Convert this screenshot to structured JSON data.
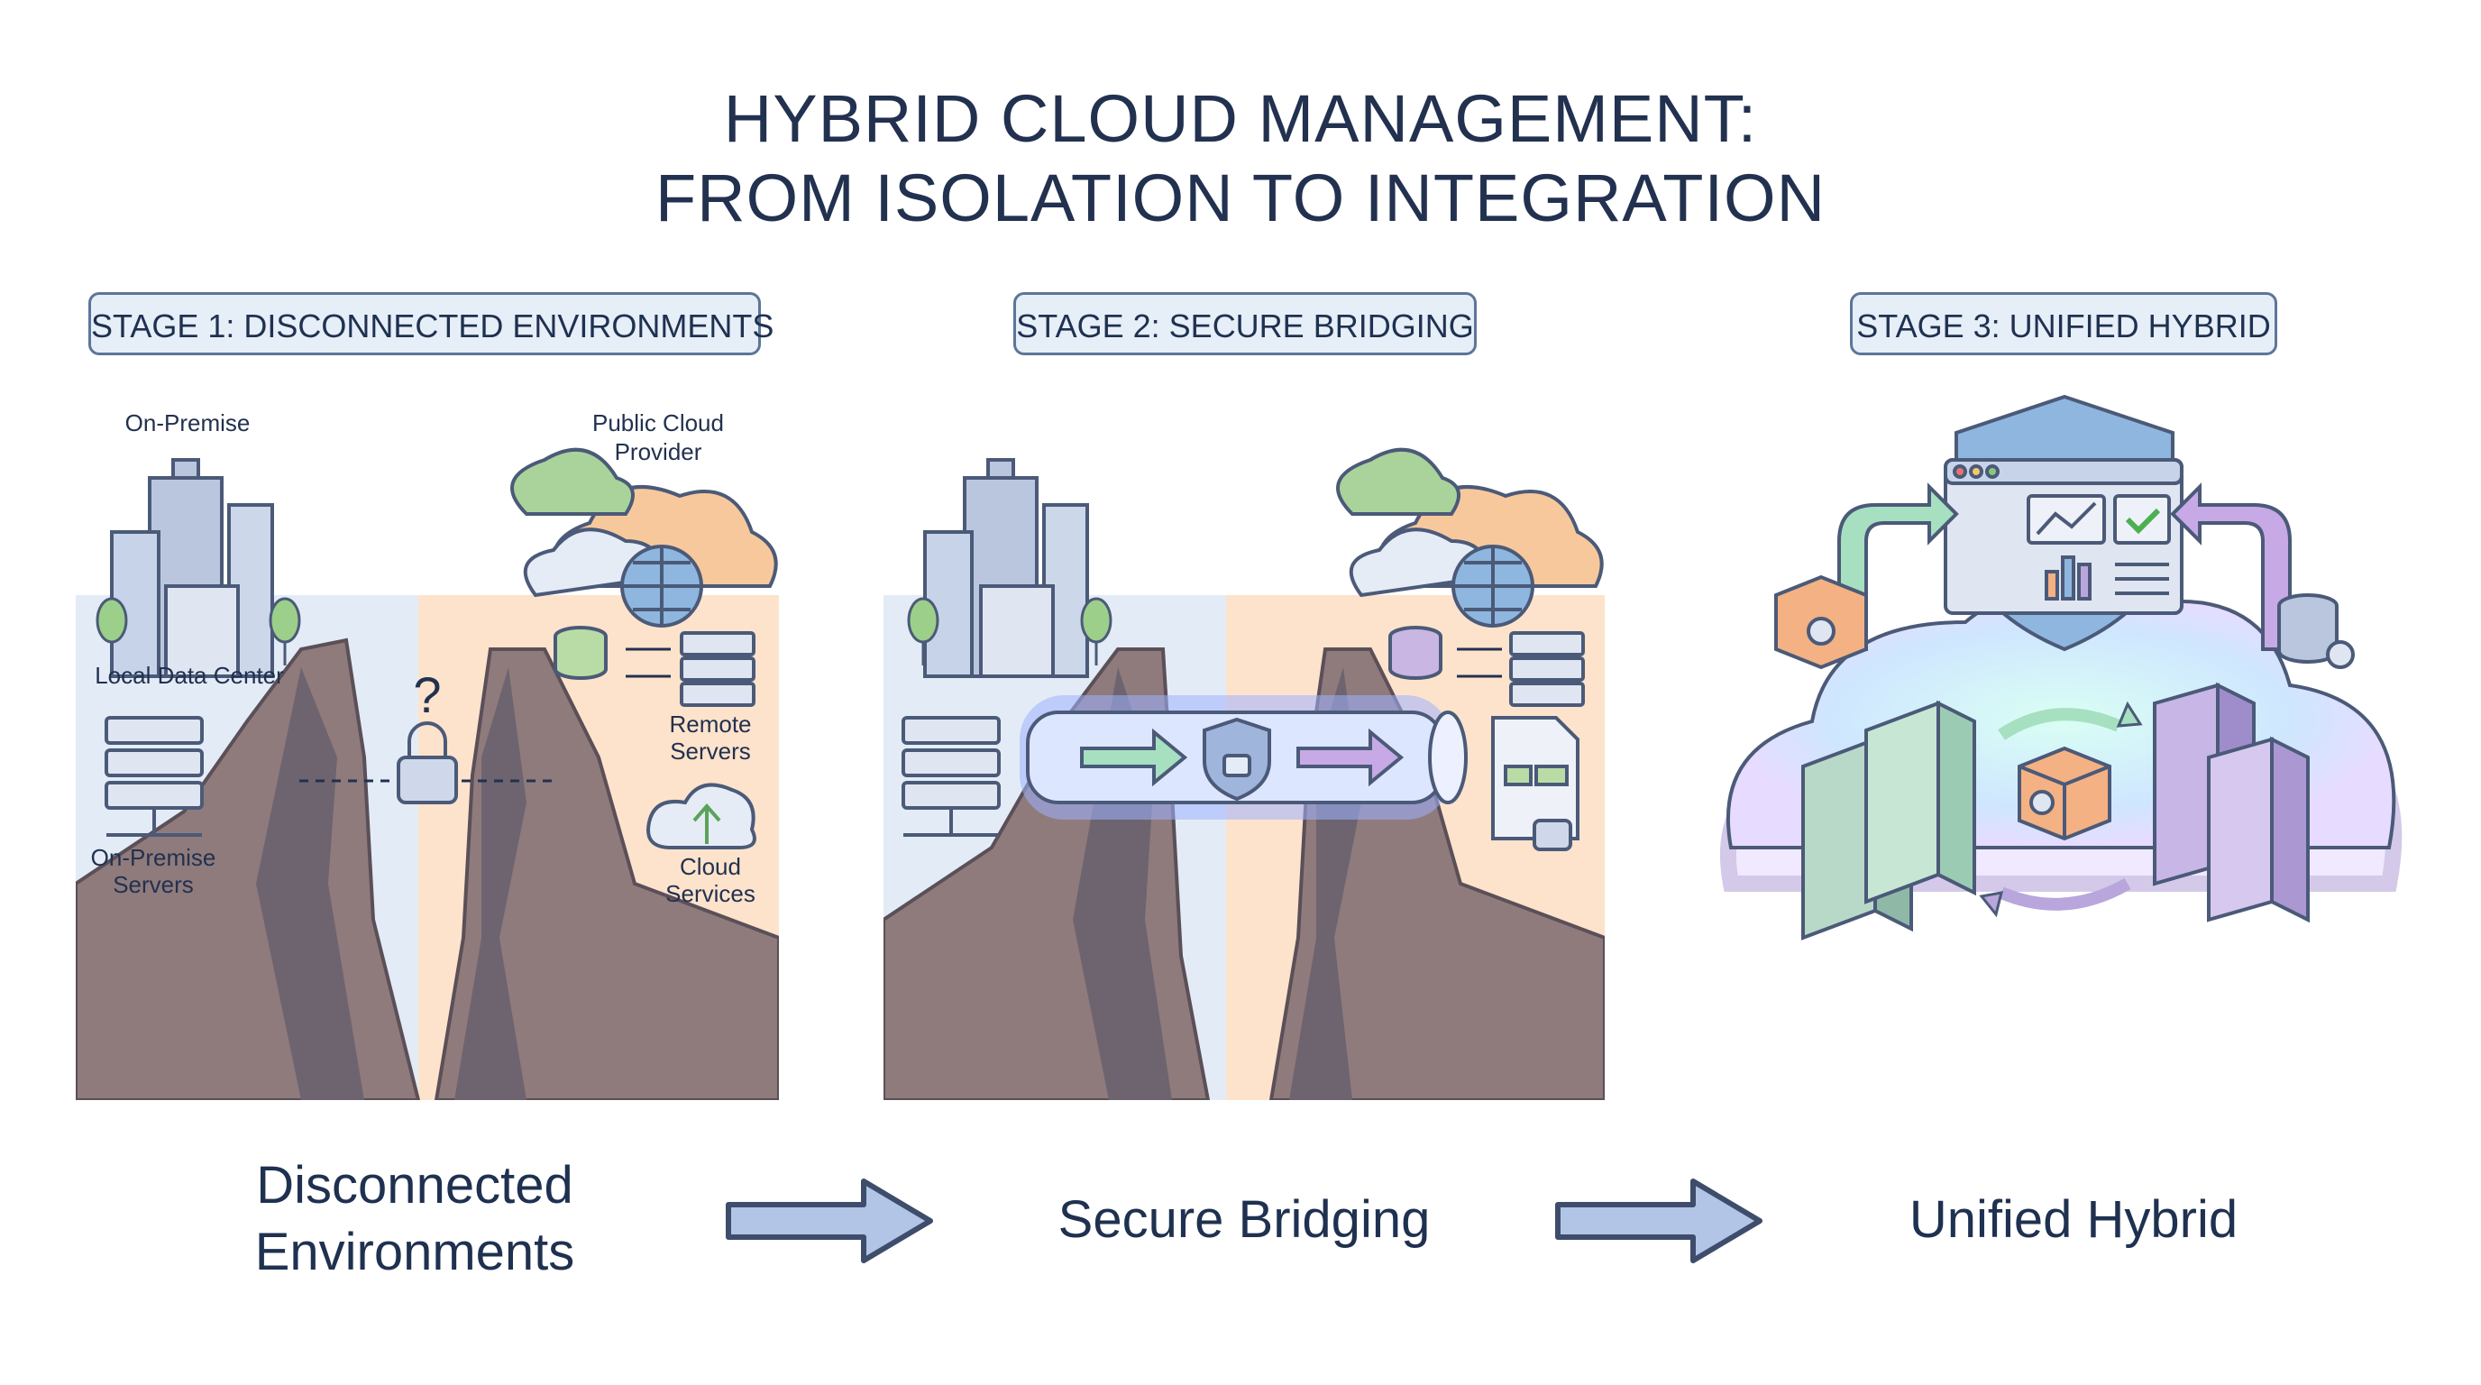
{
  "title": {
    "line1": "HYBRID CLOUD MANAGEMENT:",
    "line2": "FROM ISOLATION TO INTEGRATION"
  },
  "stages": [
    {
      "tag": "STAGE 1: DISCONNECTED ENVIRONMENTS",
      "caption_line1": "Disconnected",
      "caption_line2": "Environments",
      "labels": {
        "on_premise": "On-Premise",
        "public_cloud_line1": "Public Cloud",
        "public_cloud_line2": "Provider",
        "local_data_center": "Local Data Center",
        "on_prem_servers_line1": "On-Premise",
        "on_prem_servers_line2": "Servers",
        "remote_servers_line1": "Remote",
        "remote_servers_line2": "Servers",
        "cloud_services_line1": "Cloud",
        "cloud_services_line2": "Services",
        "question_mark": "?"
      }
    },
    {
      "tag": "STAGE 2: SECURE BRIDGING",
      "caption": "Secure Bridging"
    },
    {
      "tag": "STAGE 3: UNIFIED HYBRID",
      "caption": "Unified Hybrid"
    }
  ],
  "colors": {
    "outline": "#4b5a78",
    "sky_left": "#e3ecf6",
    "sky_right": "#fde3cc",
    "rock": "#8f7b7c",
    "rock_dark": "#6d6470",
    "building": "#b9c6de",
    "cloud_orange": "#f8c89d",
    "cloud_green": "#a9d39a",
    "tunnel_glow": "#b9c8ff",
    "unified_cloud": "#d7f0ec",
    "purple": "#b9a6dc",
    "arrow_fill": "#b3c5e6"
  }
}
